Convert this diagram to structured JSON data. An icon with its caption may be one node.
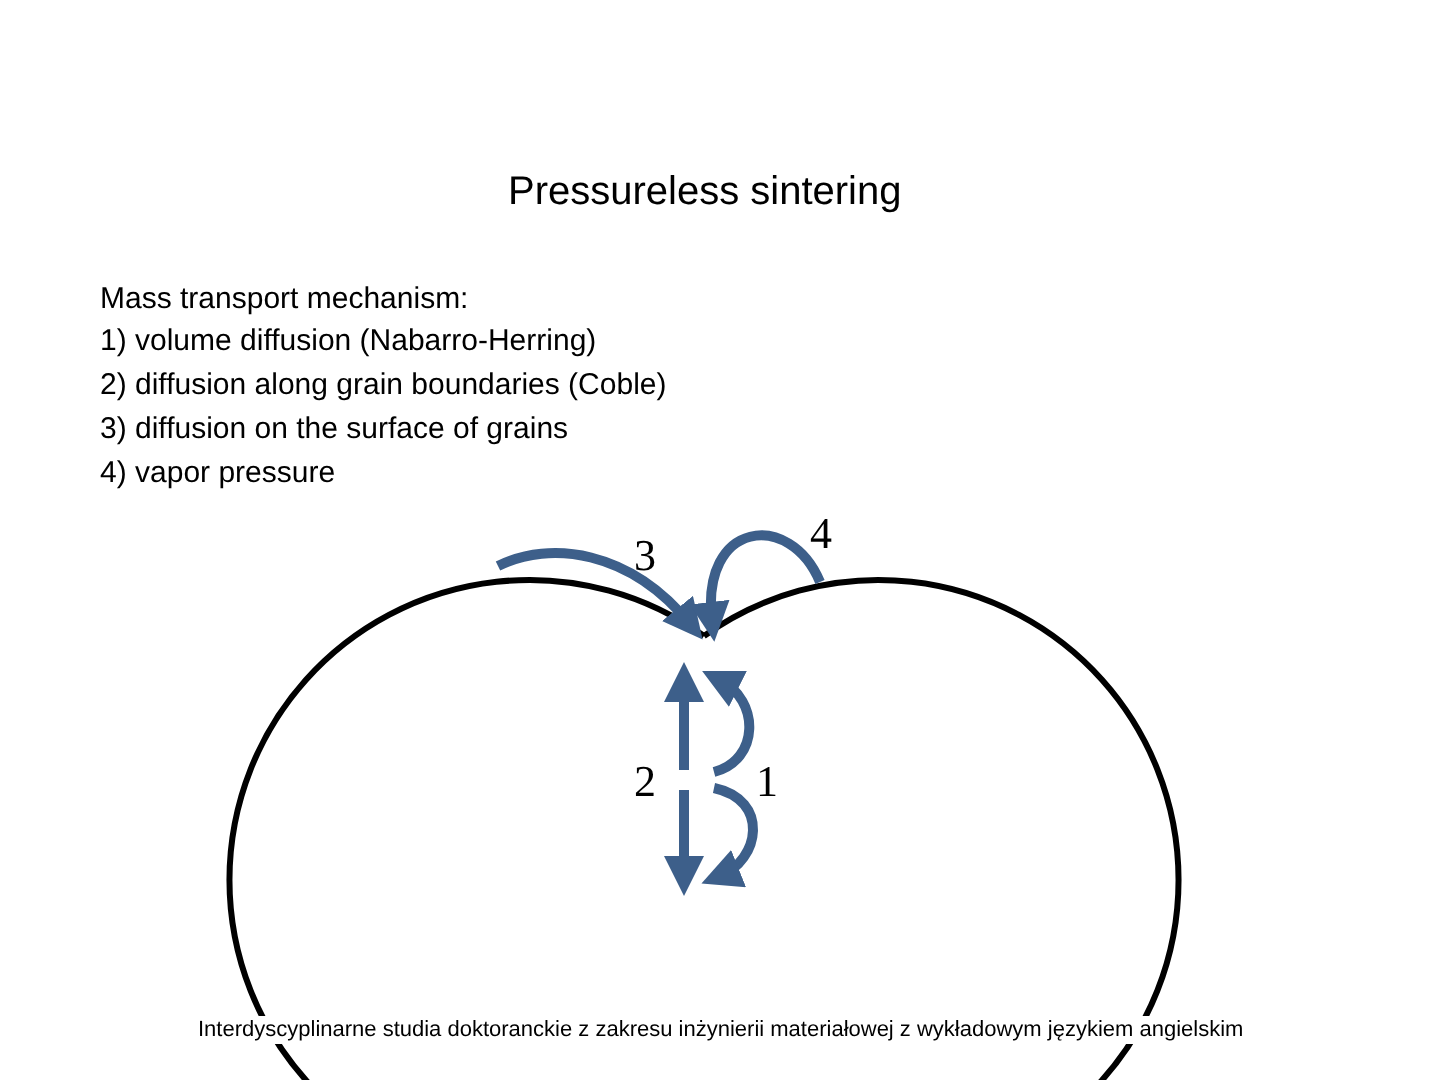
{
  "diagram": {
    "title": "Pressureless sintering",
    "labels": [
      "Mass transport mechanism:",
      "1) volume diffusion (Nabarro-Herring)",
      "2) diffusion along grain boundaries (Coble)",
      "3) diffusion on the surface of grains",
      "4) vapor pressure",
      "3",
      "4",
      "2",
      "1",
      "Interdyscyplinarne studia doktoranckie z zakresu inżynierii materiałowej z wykładowym językiem angielskim"
    ]
  }
}
